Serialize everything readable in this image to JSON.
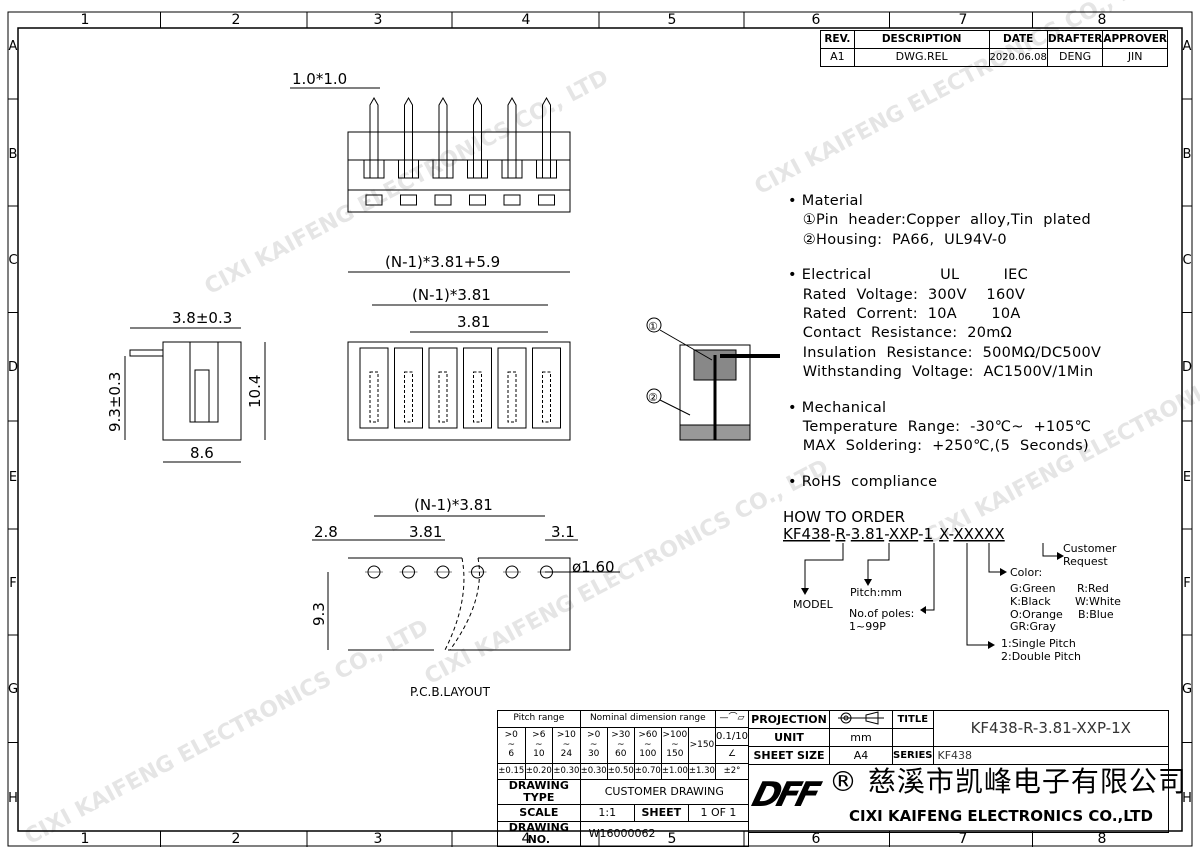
{
  "frame": {
    "columns": [
      "1",
      "2",
      "3",
      "4",
      "5",
      "6",
      "7",
      "8"
    ],
    "rows": [
      "A",
      "B",
      "C",
      "D",
      "E",
      "F",
      "G",
      "H"
    ]
  },
  "revision_table": {
    "headers": [
      "REV.",
      "DESCRIPTION",
      "DATE",
      "DRAFTER",
      "APPROVER"
    ],
    "rows": [
      [
        "A1",
        "DWG.REL",
        "2020.06.08",
        "DENG",
        "JIN"
      ]
    ]
  },
  "top_view": {
    "pin_size": "1.0*1.0"
  },
  "side_view": {
    "width_top": "3.8±0.3",
    "height_left": "9.3±0.3",
    "height_right": "10.4",
    "width_bottom": "8.6"
  },
  "front_view": {
    "overall": "(N-1)*3.81+5.9",
    "span": "(N-1)*3.81",
    "pitch": "3.81"
  },
  "section_view": {
    "callouts": [
      "①",
      "②"
    ]
  },
  "pcb_layout": {
    "span": "(N-1)*3.81",
    "left": "2.8",
    "pitch": "3.81",
    "right": "3.1",
    "hole": "ø1.60",
    "height": "9.3",
    "label": "P.C.B.LAYOUT"
  },
  "specs": {
    "lines": [
      "• Material",
      "   ①Pin  header:Copper  alloy,Tin  plated",
      "   ②Housing:  PA66,  UL94V-0",
      "",
      "• Electrical              UL         IEC",
      "   Rated  Voltage:  300V    160V",
      "   Rated  Corrent:  10A       10A",
      "   Contact  Resistance:  20mΩ",
      "   Insulation  Resistance:  500MΩ/DC500V",
      "   Withstanding  Voltage:  AC1500V/1Min",
      "",
      "• Mechanical",
      "   Temperature  Range:  -30℃~  +105℃",
      "   MAX  Soldering:  +250℃,(5  Seconds)",
      "",
      "• RoHS  compliance"
    ]
  },
  "how_to_order": {
    "title": "HOW TO ORDER",
    "parts": [
      "KF438",
      "R",
      "3.81",
      "XXP",
      "1",
      "X",
      "XXXXX"
    ],
    "seps": [
      "-",
      "-",
      "-",
      "-",
      " ",
      "-"
    ],
    "model": "MODEL",
    "pitch": "Pitch:mm",
    "poles": [
      "No.of  poles:",
      "1~99P"
    ],
    "pitch_type": [
      "1:Single  Pitch",
      "2:Double  Pitch"
    ],
    "color_title": "Color:",
    "colors": [
      "G:Green",
      "K:Black",
      "O:Orange",
      "GR:Gray",
      "R:Red",
      "W:White",
      "B:Blue"
    ],
    "customer": [
      "Customer",
      "Request"
    ]
  },
  "title_block": {
    "pitch_range": "Pitch range",
    "nominal_range": "Nominal dimension range",
    "flat_symbols": "—⌒▱",
    "pitch_cols": [
      [
        ">0",
        "6"
      ],
      [
        ">6",
        "10"
      ],
      [
        ">10",
        "24"
      ]
    ],
    "nominal_cols": [
      [
        ">0",
        "30"
      ],
      [
        ">30",
        "60"
      ],
      [
        ">60",
        "100"
      ],
      [
        ">100",
        "150"
      ]
    ],
    "over150": ">150",
    "flatness": "0.1/10",
    "angle_symbol": "∠",
    "tolerances": [
      "±0.15",
      "±0.20",
      "±0.30",
      "±0.30",
      "±0.50",
      "±0.70",
      "±1.00",
      "±1.30",
      "±2°"
    ],
    "projection_label": "PROJECTION",
    "unit_label": "UNIT",
    "unit": "mm",
    "sheet_size_label": "SHEET SIZE",
    "sheet_size": "A4",
    "title_label": "TITLE",
    "title": "KF438-R-3.81-XXP-1X",
    "series_label": "SERIES",
    "series": "KF438",
    "drawing_type_label": "DRAWING TYPE",
    "drawing_type": "CUSTOMER DRAWING",
    "scale_label": "SCALE",
    "scale": "1:1",
    "sheet_label": "SHEET",
    "sheet": "1  OF  1",
    "drawing_no_label": "DRAWING NO.",
    "drawing_no": "W16000062",
    "logo_text": "DFF",
    "company_cn": "慈溪市凯峰电子有限公司",
    "company_en": "CIXI KAIFENG ELECTRONICS CO.,LTD"
  },
  "watermark": "CIXI KAIFENG ELECTRONICS CO., LTD"
}
